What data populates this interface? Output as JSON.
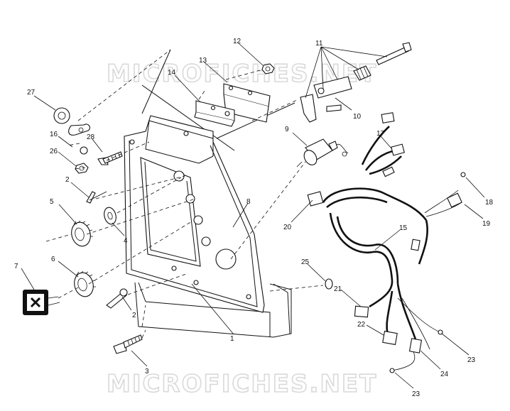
{
  "watermark": {
    "top": "MICROFICHES.NET",
    "bottom": "MICROFICHES.NET"
  },
  "callouts": [
    {
      "id": "c1",
      "label": "1"
    },
    {
      "id": "c2a",
      "label": "2"
    },
    {
      "id": "c2b",
      "label": "2"
    },
    {
      "id": "c3",
      "label": "3"
    },
    {
      "id": "c4",
      "label": "4"
    },
    {
      "id": "c5",
      "label": "5"
    },
    {
      "id": "c6",
      "label": "6"
    },
    {
      "id": "c7",
      "label": "7"
    },
    {
      "id": "c8",
      "label": "8"
    },
    {
      "id": "c9",
      "label": "9"
    },
    {
      "id": "c10",
      "label": "10"
    },
    {
      "id": "c11",
      "label": "11"
    },
    {
      "id": "c12",
      "label": "12"
    },
    {
      "id": "c13",
      "label": "13"
    },
    {
      "id": "c14",
      "label": "14"
    },
    {
      "id": "c15",
      "label": "15"
    },
    {
      "id": "c16",
      "label": "16"
    },
    {
      "id": "c17",
      "label": "17"
    },
    {
      "id": "c18",
      "label": "18"
    },
    {
      "id": "c19",
      "label": "19"
    },
    {
      "id": "c20",
      "label": "20"
    },
    {
      "id": "c21",
      "label": "21"
    },
    {
      "id": "c22",
      "label": "22"
    },
    {
      "id": "c23a",
      "label": "23"
    },
    {
      "id": "c23b",
      "label": "23"
    },
    {
      "id": "c24",
      "label": "24"
    },
    {
      "id": "c25",
      "label": "25"
    },
    {
      "id": "c26",
      "label": "26"
    },
    {
      "id": "c27",
      "label": "27"
    },
    {
      "id": "c28",
      "label": "28"
    }
  ]
}
